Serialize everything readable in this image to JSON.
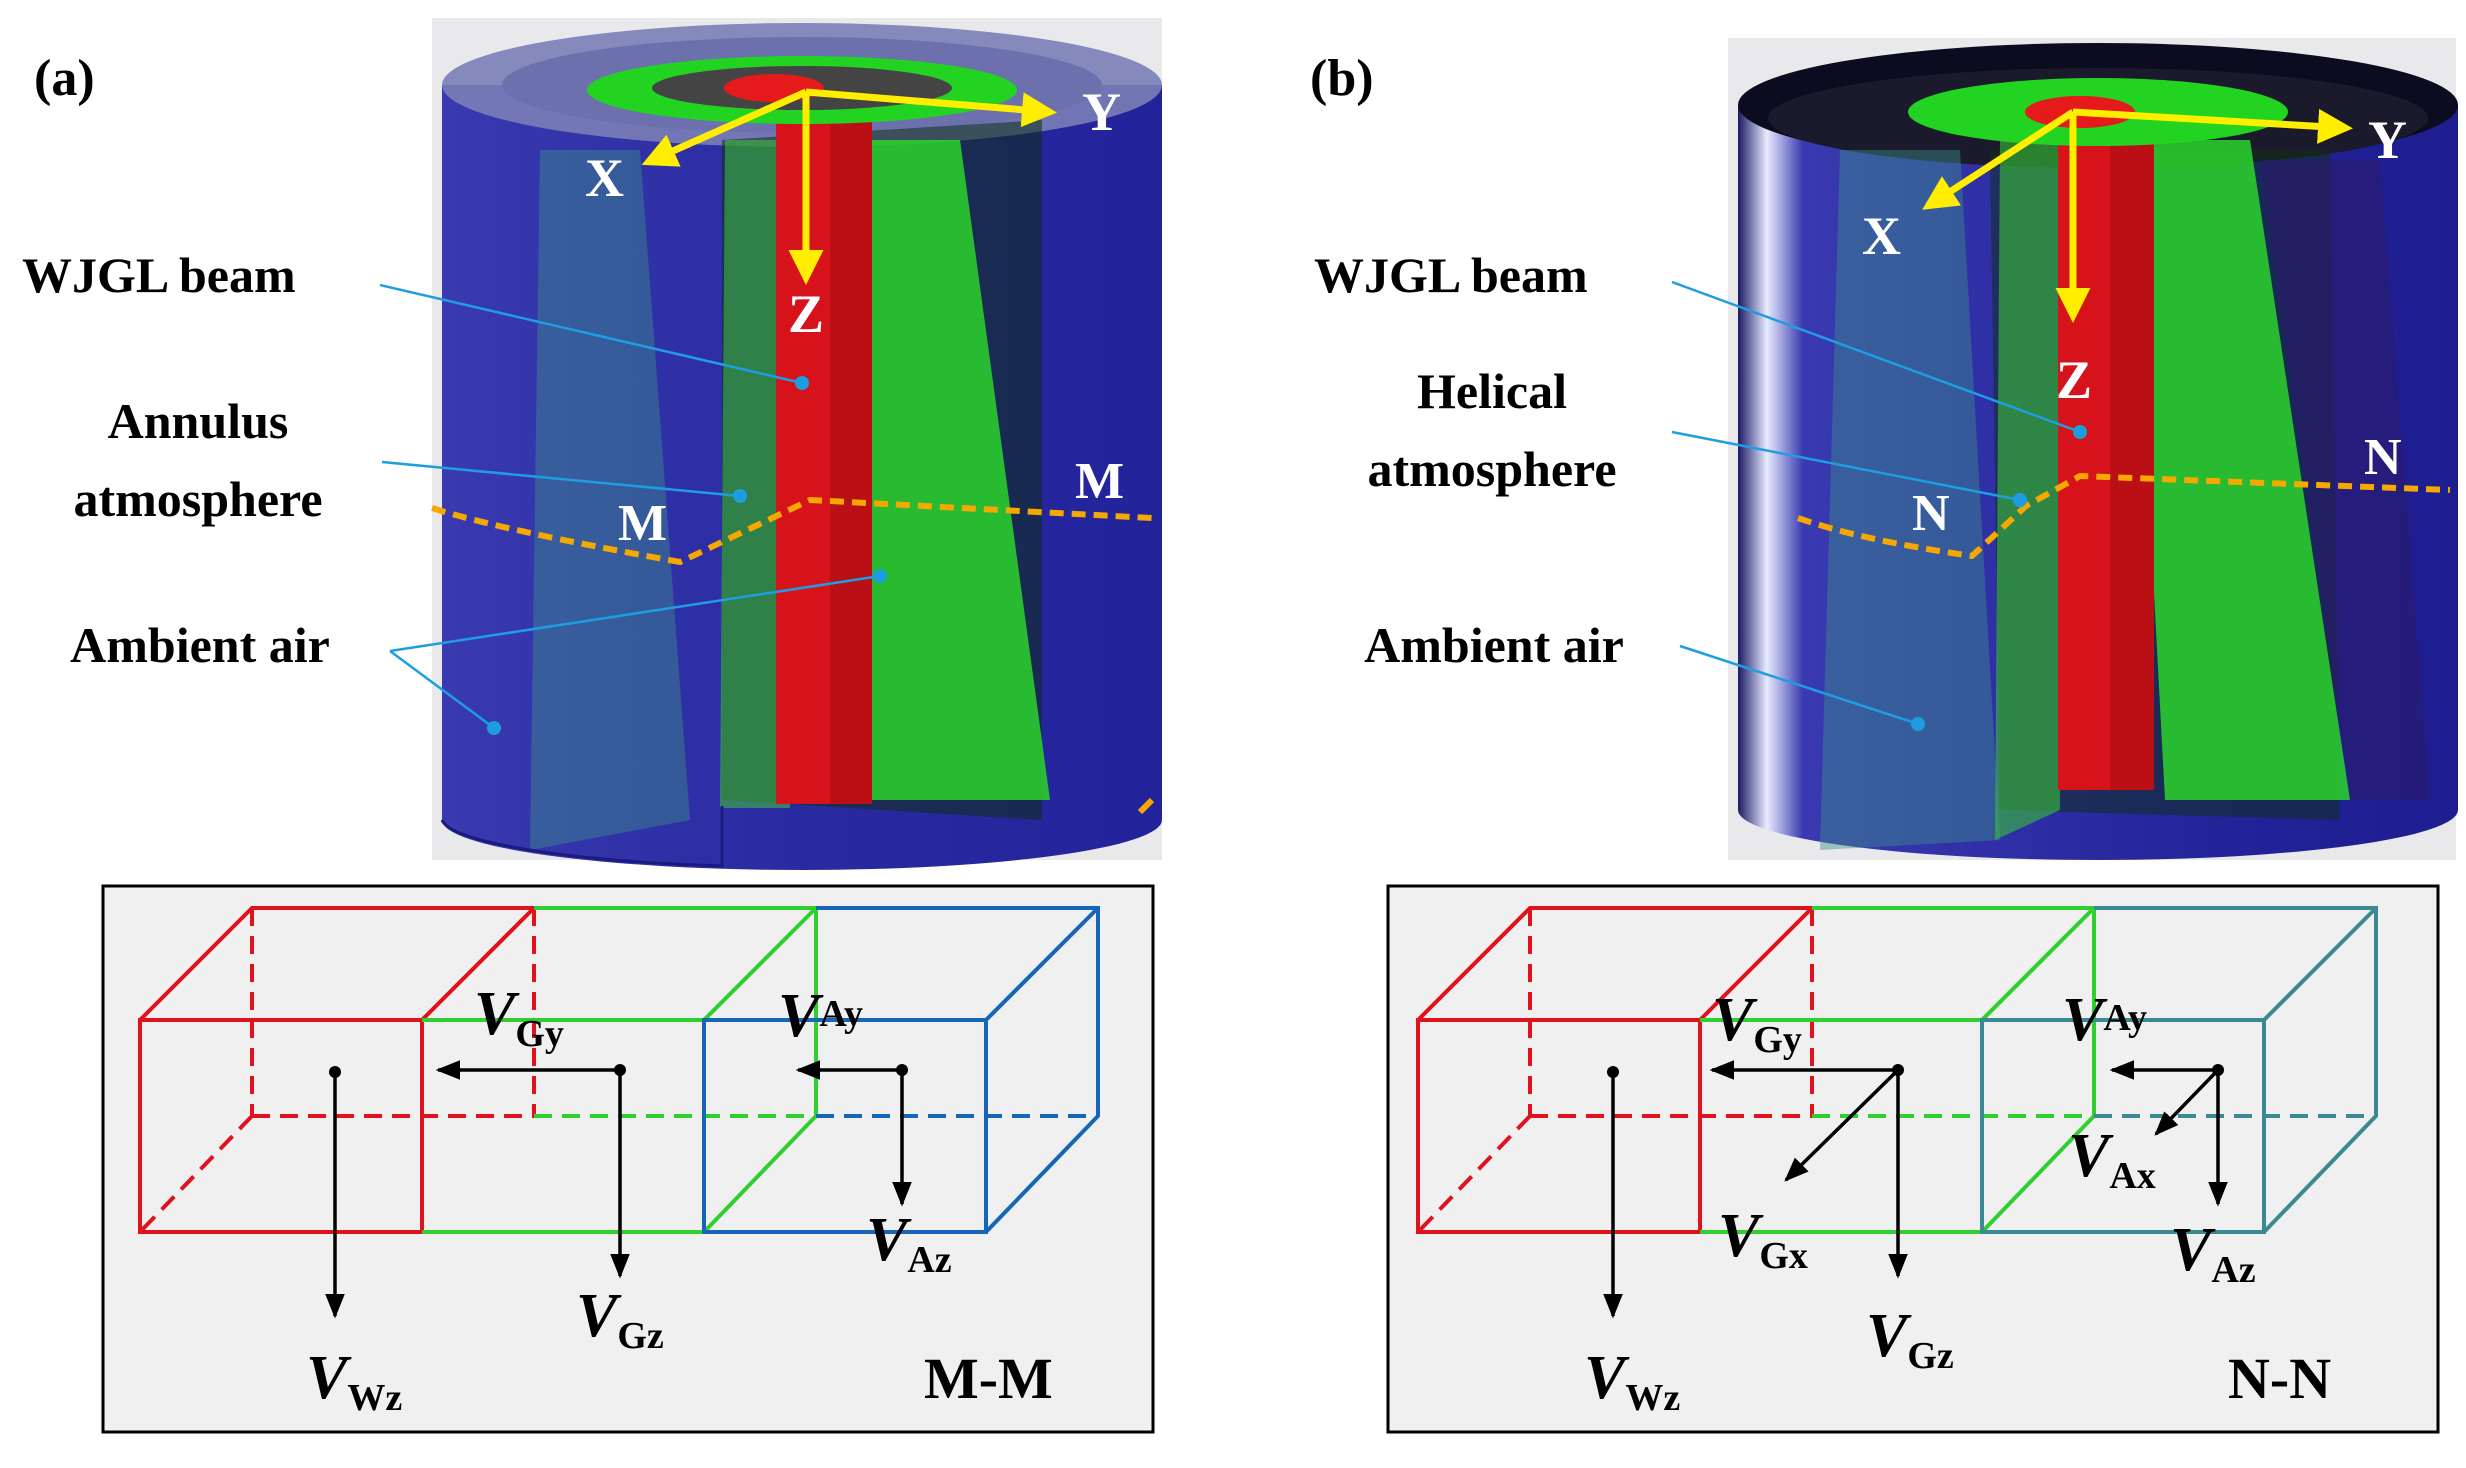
{
  "panel_a": {
    "tag": "(a)",
    "axes": {
      "x": "X",
      "y": "Y",
      "z": "Z"
    },
    "callouts": {
      "beam": "WJGL beam",
      "atmo_line1": "Annulus",
      "atmo_line2": "atmosphere",
      "ambient": "Ambient air"
    },
    "section_marker": "M",
    "section_title": "M-M",
    "velocity_labels": {
      "gy": {
        "main": "V",
        "sub": "Gy"
      },
      "ay": {
        "main": "V",
        "sub": "Ay"
      },
      "wz": {
        "main": "V",
        "sub": "Wz"
      },
      "gz": {
        "main": "V",
        "sub": "Gz"
      },
      "az": {
        "main": "V",
        "sub": "Az"
      }
    }
  },
  "panel_b": {
    "tag": "(b)",
    "axes": {
      "x": "X",
      "y": "Y",
      "z": "Z"
    },
    "callouts": {
      "beam": "WJGL beam",
      "atmo_line1": "Helical",
      "atmo_line2": "atmosphere",
      "ambient": "Ambient air"
    },
    "section_marker": "N",
    "section_title": "N-N",
    "velocity_labels": {
      "gy": {
        "main": "V",
        "sub": "Gy"
      },
      "ay": {
        "main": "V",
        "sub": "Ay"
      },
      "gx": {
        "main": "V",
        "sub": "Gx"
      },
      "ax": {
        "main": "V",
        "sub": "Ax"
      },
      "wz": {
        "main": "V",
        "sub": "Wz"
      },
      "gz": {
        "main": "V",
        "sub": "Gz"
      },
      "az": {
        "main": "V",
        "sub": "Az"
      }
    }
  },
  "colors": {
    "water": "#e0121c",
    "gas": "#2fcf2f",
    "ambient": "#1565b8",
    "cylinder": "#2a2aa0",
    "section_line": "#f5a800",
    "axis_arrow": "#ffee00",
    "leader": "#1e9ee0"
  }
}
